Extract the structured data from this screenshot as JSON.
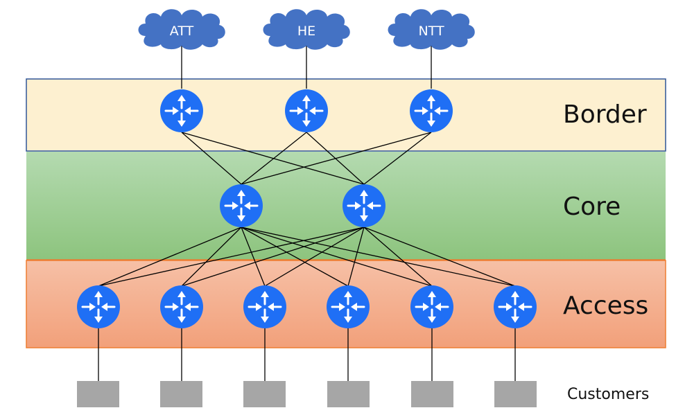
{
  "layers": [
    {
      "id": "border",
      "label": "Border"
    },
    {
      "id": "core",
      "label": "Core"
    },
    {
      "id": "access",
      "label": "Access"
    }
  ],
  "customers_label": "Customers",
  "isps": [
    {
      "id": "att",
      "label": "ATT"
    },
    {
      "id": "he",
      "label": "HE"
    },
    {
      "id": "ntt",
      "label": "NTT"
    }
  ],
  "colors": {
    "border_fill": "#fdf0d0",
    "border_stroke": "#2f5597",
    "core_fill_top": "#b4dab0",
    "core_fill_bottom": "#8dc47e",
    "access_fill_top": "#f6c0a6",
    "access_fill_bottom": "#f2a07a",
    "access_stroke": "#ed7d31",
    "router": "#1f6ff5",
    "cloud": "#4472c4",
    "customer": "#a6a6a6",
    "link": "#000000"
  }
}
